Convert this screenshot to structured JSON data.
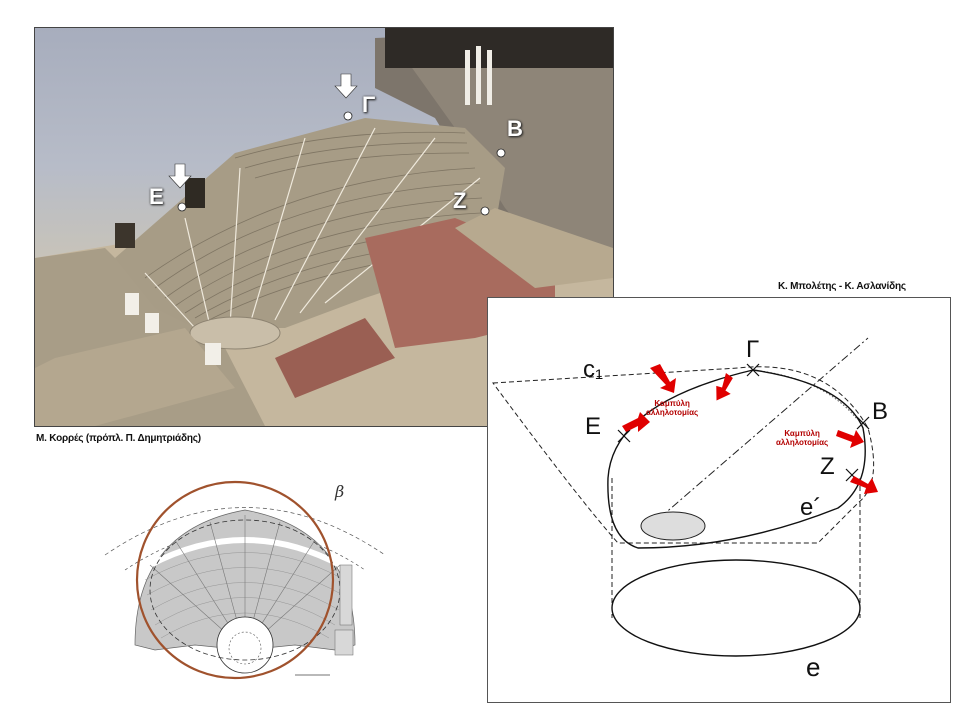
{
  "captions": {
    "photo": "Μ. Κορρές (πρόπλ. Π. Δημητριάδης)",
    "diagram": "Κ. Μπολέτης - Κ. Ασλανίδης"
  },
  "photo_labels": {
    "gamma": "Γ",
    "beta": "B",
    "epsilon": "E",
    "zeta": "Z"
  },
  "diagram_labels": {
    "c1": "c₁",
    "gamma": "Γ",
    "epsilon": "E",
    "beta": "B",
    "zeta": "Z",
    "e_prime": "e´",
    "e": "e"
  },
  "annotations": {
    "note_top": [
      "Καμπύλη",
      "αλληλοτομίας"
    ],
    "note_right": [
      "Καμπύλη",
      "αλληλοτομίας"
    ]
  },
  "plan_labels": {
    "beta_symbol": "β"
  },
  "colors": {
    "arrow_red": "#e00000",
    "plan_circle": "#a0522d",
    "note_red": "#b30000"
  }
}
